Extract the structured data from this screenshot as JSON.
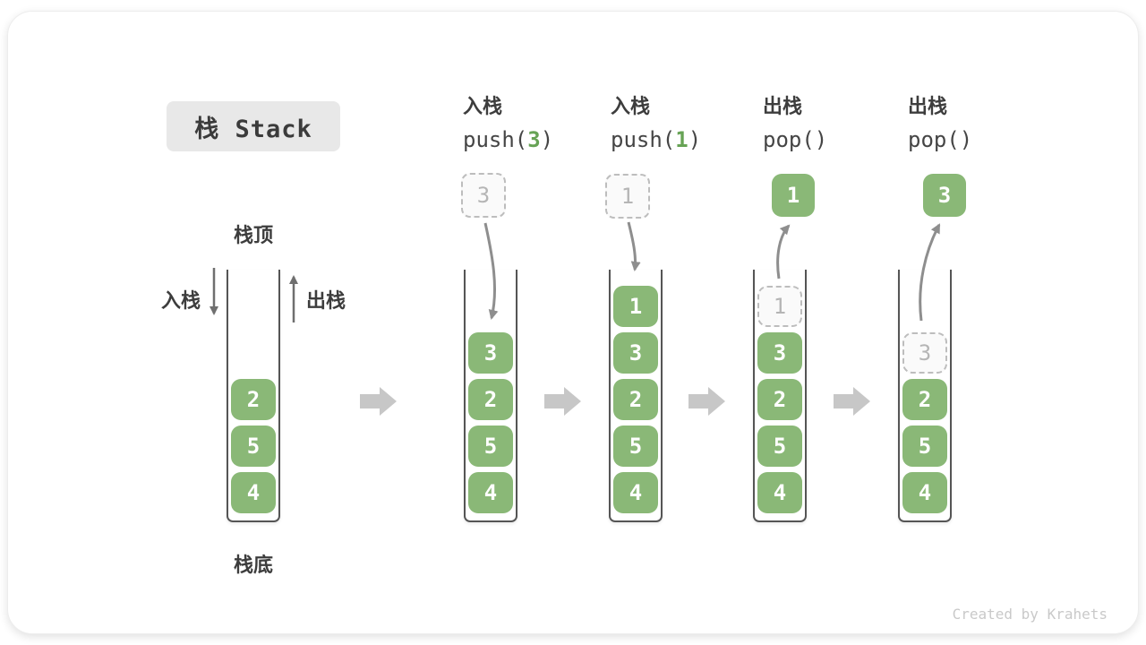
{
  "title": "栈 Stack",
  "legend": {
    "top": "栈顶",
    "bottom": "栈底",
    "push_label": "入栈",
    "pop_label": "出栈"
  },
  "operations": [
    {
      "label": "入栈",
      "code_pre": "push(",
      "code_arg": "3",
      "code_post": ")"
    },
    {
      "label": "入栈",
      "code_pre": "push(",
      "code_arg": "1",
      "code_post": ")"
    },
    {
      "label": "出栈",
      "code_pre": "pop(",
      "code_arg": "",
      "code_post": ")"
    },
    {
      "label": "出栈",
      "code_pre": "pop(",
      "code_arg": "",
      "code_post": ")"
    }
  ],
  "stacks": [
    {
      "name": "initial",
      "cells": [
        {
          "value": "2",
          "row": 2
        },
        {
          "value": "5",
          "row": 3
        },
        {
          "value": "4",
          "row": 4
        }
      ]
    },
    {
      "name": "after-push-3",
      "cells": [
        {
          "value": "3",
          "row": 1
        },
        {
          "value": "2",
          "row": 2
        },
        {
          "value": "5",
          "row": 3
        },
        {
          "value": "4",
          "row": 4
        }
      ]
    },
    {
      "name": "after-push-1",
      "cells": [
        {
          "value": "1",
          "row": 0
        },
        {
          "value": "3",
          "row": 1
        },
        {
          "value": "2",
          "row": 2
        },
        {
          "value": "5",
          "row": 3
        },
        {
          "value": "4",
          "row": 4
        }
      ]
    },
    {
      "name": "after-pop-1",
      "cells": [
        {
          "value": "1",
          "row": 0,
          "ghost": true
        },
        {
          "value": "3",
          "row": 1
        },
        {
          "value": "2",
          "row": 2
        },
        {
          "value": "5",
          "row": 3
        },
        {
          "value": "4",
          "row": 4
        }
      ]
    },
    {
      "name": "after-pop-3",
      "cells": [
        {
          "value": "3",
          "row": 1,
          "ghost": true
        },
        {
          "value": "2",
          "row": 2
        },
        {
          "value": "5",
          "row": 3
        },
        {
          "value": "4",
          "row": 4
        }
      ]
    }
  ],
  "floating_boxes": [
    {
      "value": "3",
      "style": "ghost"
    },
    {
      "value": "1",
      "style": "ghost"
    },
    {
      "value": "1",
      "style": "solid"
    },
    {
      "value": "3",
      "style": "solid"
    }
  ],
  "watermark": "Created by Krahets",
  "colors": {
    "box_green": "#8ab877",
    "code_arg_green": "#67a355",
    "ghost_gray": "#b5b5b5",
    "wall_gray": "#555555",
    "curved_arrow_gray": "#8e8e8e",
    "block_arrow_gray": "#c7c7c7",
    "badge_bg": "#e8e8e8"
  }
}
